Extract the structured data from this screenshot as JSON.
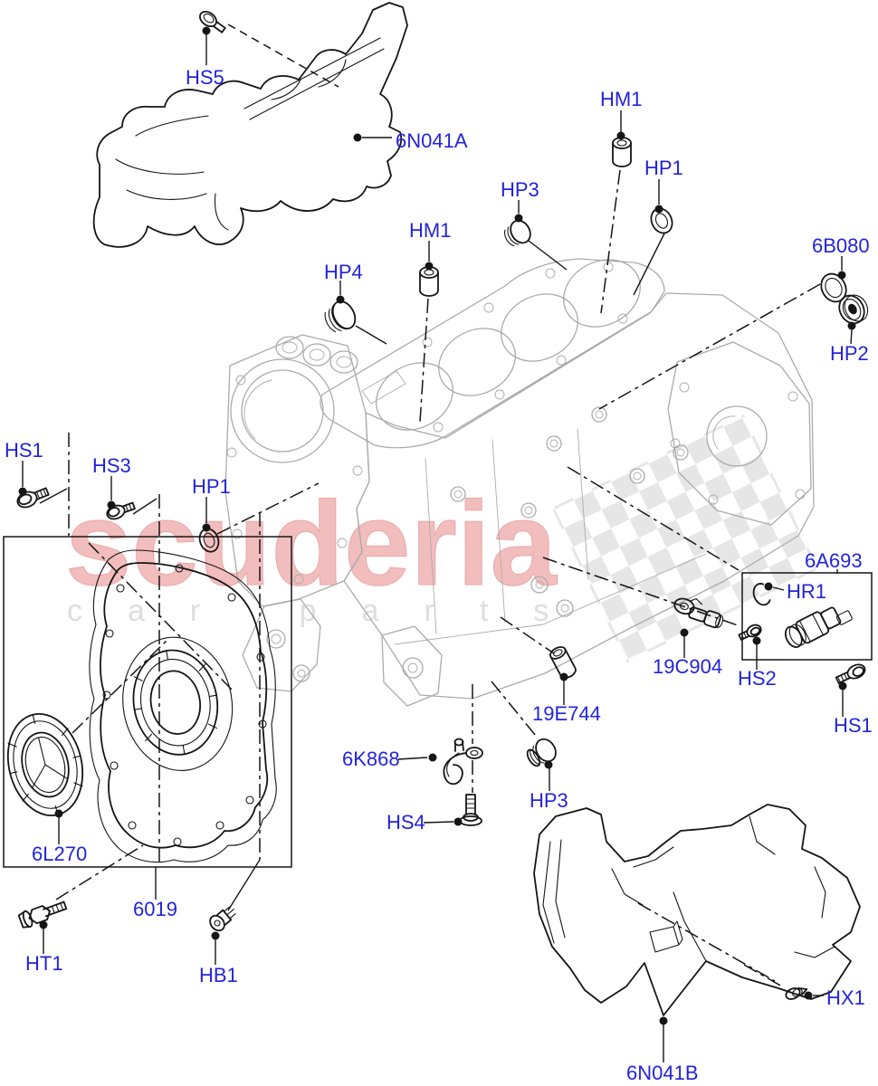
{
  "watermark": {
    "brand": "scuderia",
    "subtext": "car parts"
  },
  "callouts": [
    {
      "id": "HS5",
      "text": "HS5"
    },
    {
      "id": "6N041A",
      "text": "6N041A"
    },
    {
      "id": "HM1-top",
      "text": "HM1"
    },
    {
      "id": "HP1-top",
      "text": "HP1"
    },
    {
      "id": "HP3-top",
      "text": "HP3"
    },
    {
      "id": "6B080",
      "text": "6B080"
    },
    {
      "id": "HM1-mid",
      "text": "HM1"
    },
    {
      "id": "HP4",
      "text": "HP4"
    },
    {
      "id": "HP2",
      "text": "HP2"
    },
    {
      "id": "HS1-left",
      "text": "HS1"
    },
    {
      "id": "HS3",
      "text": "HS3"
    },
    {
      "id": "HP1-left",
      "text": "HP1"
    },
    {
      "id": "6A693",
      "text": "6A693"
    },
    {
      "id": "HR1",
      "text": "HR1"
    },
    {
      "id": "19C904",
      "text": "19C904"
    },
    {
      "id": "HS2",
      "text": "HS2"
    },
    {
      "id": "HS1-right",
      "text": "HS1"
    },
    {
      "id": "19E744",
      "text": "19E744"
    },
    {
      "id": "6K868",
      "text": "6K868"
    },
    {
      "id": "HP3-bottom",
      "text": "HP3"
    },
    {
      "id": "HS4",
      "text": "HS4"
    },
    {
      "id": "6L270",
      "text": "6L270"
    },
    {
      "id": "6019",
      "text": "6019"
    },
    {
      "id": "HT1",
      "text": "HT1"
    },
    {
      "id": "HB1",
      "text": "HB1"
    },
    {
      "id": "HX1",
      "text": "HX1"
    },
    {
      "id": "6N041B",
      "text": "6N041B"
    }
  ],
  "colors": {
    "page_bg": "#ffffff",
    "label_blue": "#2323dd",
    "part_line": "#151515",
    "block_line": "#ababab",
    "watermark_red": "#f2bdbd",
    "watermark_red_edge": "#eaa6a6",
    "watermark_gray": "#dedede",
    "checker_gray": "#d8d8d8"
  }
}
